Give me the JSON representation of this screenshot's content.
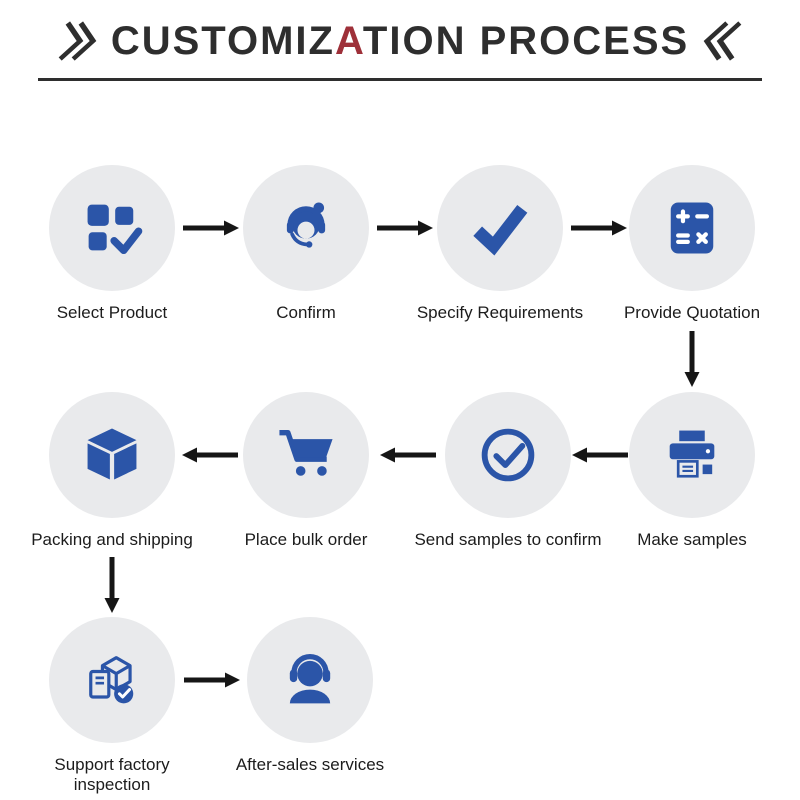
{
  "title": {
    "prefix": "CUSTOMIZ",
    "accent_letter": "A",
    "suffix": "TION PROCESS",
    "left_mark_icon": "double-chevron-right-icon",
    "right_mark_icon": "double-chevron-left-icon"
  },
  "colors": {
    "accent": "#2b55a8",
    "circle_bg": "#e9eaec",
    "arrow": "#161616",
    "title_text": "#2e2e2e",
    "accent_letter": "#9e3039",
    "label_text": "#1c1c1c"
  },
  "steps": [
    {
      "label": "Select Product",
      "icon": "select-product-icon"
    },
    {
      "label": "Confirm",
      "icon": "customer-service-icon"
    },
    {
      "label": "Specify Requirements",
      "icon": "checkmark-icon"
    },
    {
      "label": "Provide Quotation",
      "icon": "calculator-icon"
    },
    {
      "label": "Make samples",
      "icon": "printer-icon"
    },
    {
      "label": "Send samples to confirm",
      "icon": "circle-check-icon"
    },
    {
      "label": "Place bulk order",
      "icon": "cart-icon"
    },
    {
      "label": "Packing and shipping",
      "icon": "box-icon"
    },
    {
      "label": "Support factory inspection",
      "icon": "factory-inspection-icon"
    },
    {
      "label": "After-sales services",
      "icon": "headset-icon"
    }
  ]
}
